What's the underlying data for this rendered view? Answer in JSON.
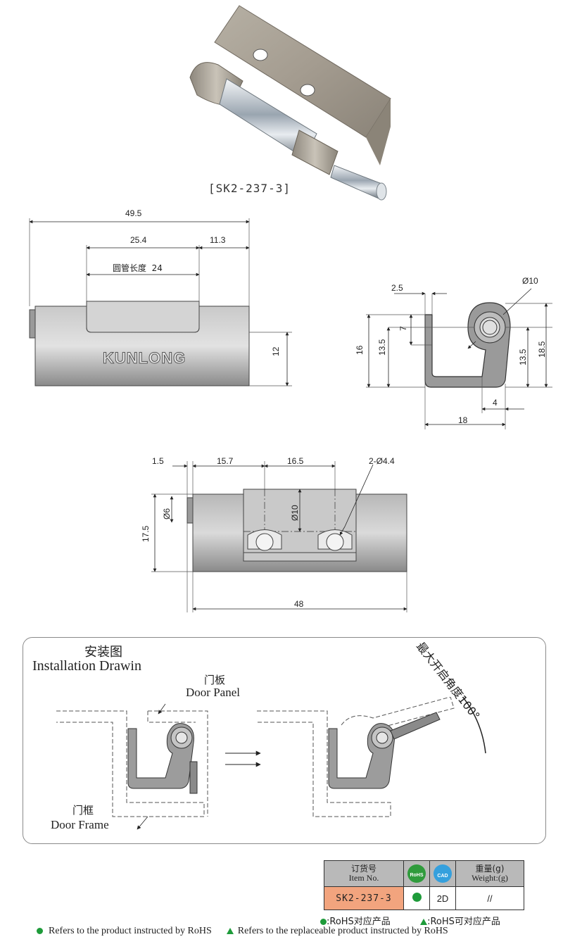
{
  "product": {
    "caption": "[SK2-237-3]",
    "brand_mark": "KUNLONG"
  },
  "front_view": {
    "dim_overall": "49.5",
    "dim_tube_span": "25.4",
    "dim_right": "11.3",
    "dim_tube_length": "圆管长度  24",
    "dim_height": "12"
  },
  "side_view": {
    "dim_wall": "2.5",
    "dim_bore": "Ø10",
    "dim_offset": "7",
    "dim_left_h": "16",
    "dim_inner_h": "13.5",
    "dim_right_inner": "13.5",
    "dim_right_h": "18.5",
    "dim_base_gap": "4",
    "dim_width": "18"
  },
  "top_view": {
    "dim_pin": "1.5",
    "dim_a": "15.7",
    "dim_b": "16.5",
    "dim_holes": "2-Ø4.4",
    "dim_pin_dia": "Ø6",
    "dim_bore": "Ø10",
    "dim_height": "17.5",
    "dim_length": "48"
  },
  "installation": {
    "title_cn": "安装图",
    "title_en": "Installation Drawin",
    "door_panel_cn": "门板",
    "door_panel_en": "Door Panel",
    "door_frame_cn": "门框",
    "door_frame_en": "Door Frame",
    "max_angle": "最大开启角度100°"
  },
  "order_table": {
    "col_item_cn": "订货号",
    "col_item_en": "Item No.",
    "col_rohs": "RoHS",
    "col_cad": "CAD",
    "col_weight_cn": "重量(g)",
    "col_weight_en": "Weight:(g)",
    "item_no": "SK2-237-3",
    "cad_value": "2D",
    "weight_value": "//"
  },
  "legend": {
    "rohs_cn": ":RoHS对应产品",
    "rohs_replaceable_cn": ":RoHS可对应产品",
    "rohs_en": "Refers to the product instructed by RoHS",
    "rohs_replaceable_en": "Refers to the replaceable product instructed by RoHS"
  },
  "colors": {
    "metal_light": "#d9d9d9",
    "metal_dark": "#7b7b7b",
    "table_header": "#b9b9b9",
    "item_cell": "#f2a47e",
    "rohs_green": "#1e9b3a",
    "cad_blue": "#35a0dd"
  }
}
